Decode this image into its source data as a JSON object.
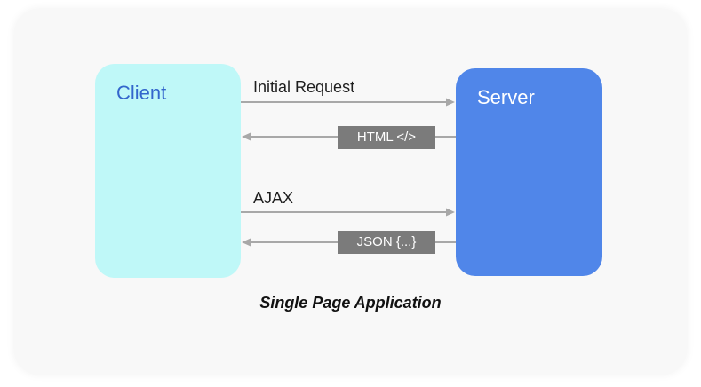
{
  "diagram": {
    "client": {
      "label": "Client",
      "color": "#bff8f8",
      "text_color": "#3366cc"
    },
    "server": {
      "label": "Server",
      "color": "#5086e9",
      "text_color": "#ffffff"
    },
    "arrows": [
      {
        "direction": "client-to-server",
        "label": "Initial Request",
        "label_style": "plain"
      },
      {
        "direction": "server-to-client",
        "label": "HTML </>",
        "label_style": "tag"
      },
      {
        "direction": "client-to-server",
        "label": "AJAX",
        "label_style": "plain"
      },
      {
        "direction": "server-to-client",
        "label": "JSON {...}",
        "label_style": "tag"
      }
    ],
    "caption": "Single Page Application",
    "arrow_color": "#a8a8a8",
    "tag_color": "#7b7b7b"
  }
}
